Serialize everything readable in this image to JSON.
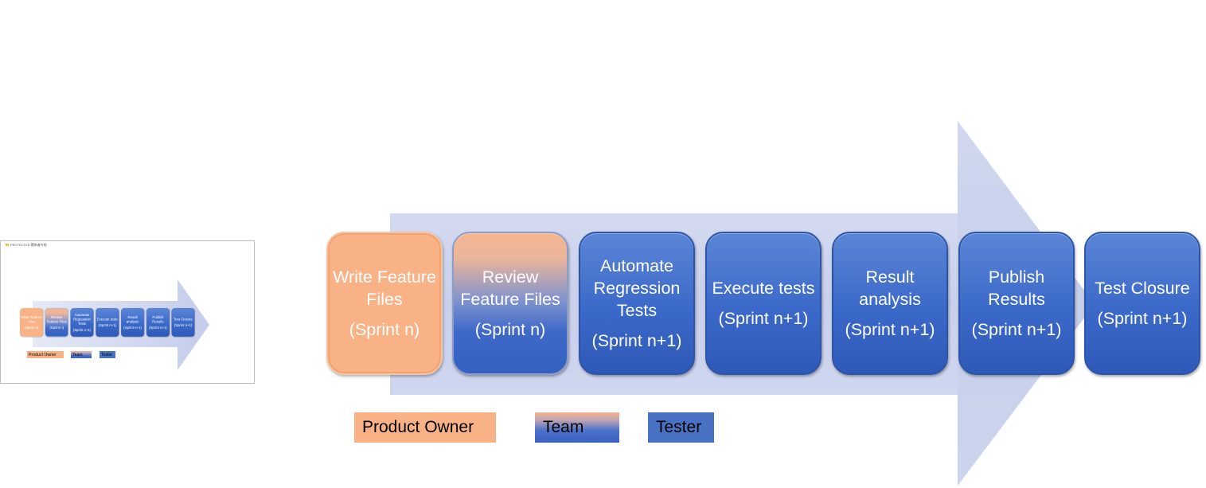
{
  "steps": [
    {
      "name": "Write Feature Files",
      "sprint": "(Sprint n)",
      "role": "po"
    },
    {
      "name": "Review Feature Files",
      "sprint": "(Sprint n)",
      "role": "team"
    },
    {
      "name": "Automate Regression Tests",
      "sprint": "(Sprint n+1)",
      "role": "tester"
    },
    {
      "name": "Execute tests",
      "sprint": "(Sprint n+1)",
      "role": "tester"
    },
    {
      "name": "Result analysis",
      "sprint": "(Sprint n+1)",
      "role": "tester"
    },
    {
      "name": "Publish Results",
      "sprint": "(Sprint n+1)",
      "role": "tester"
    },
    {
      "name": "Test Closure",
      "sprint": "(Sprint n+1)",
      "role": "tester"
    }
  ],
  "legend": {
    "product_owner": "Product Owner",
    "team": "Team",
    "tester": "Tester"
  },
  "thumbnail": {
    "title": "PROTECTED 関係者外秘"
  },
  "colors": {
    "product_owner": "#f8b285",
    "tester": "#3b69c9",
    "arrow": "#c9d2ec"
  }
}
